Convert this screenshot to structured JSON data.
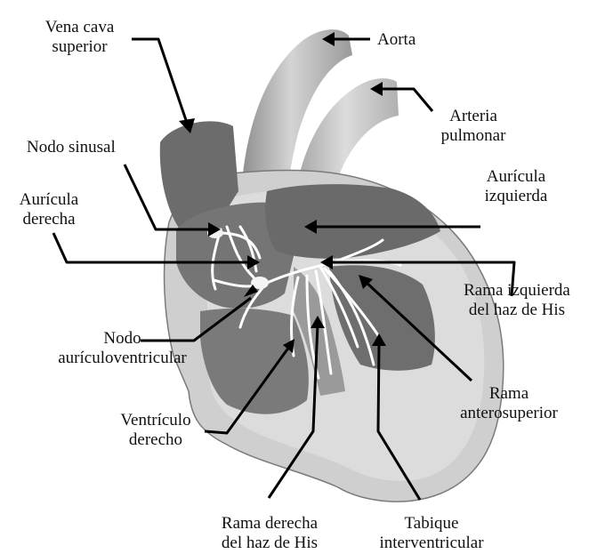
{
  "labels": {
    "vena_cava": [
      "Vena cava",
      "superior"
    ],
    "aorta": "Aorta",
    "arteria": [
      "Arteria",
      "pulmonar"
    ],
    "nodo_sinusal": "Nodo sinusal",
    "auricula_izq": [
      "Aurícula",
      "izquierda"
    ],
    "auricula_der": [
      "Aurícula",
      "derecha"
    ],
    "rama_izq": [
      "Rama izquierda",
      "del haz de His"
    ],
    "nodo_av": [
      "Nodo",
      "aurículoventricular"
    ],
    "rama_antero": [
      "Rama",
      "anterosuperior"
    ],
    "ventriculo_der": [
      "Ventrículo",
      "derecho"
    ],
    "rama_der": [
      "Rama derecha",
      "del haz de His"
    ],
    "tabique": [
      "Tabique",
      "interventricular"
    ]
  }
}
